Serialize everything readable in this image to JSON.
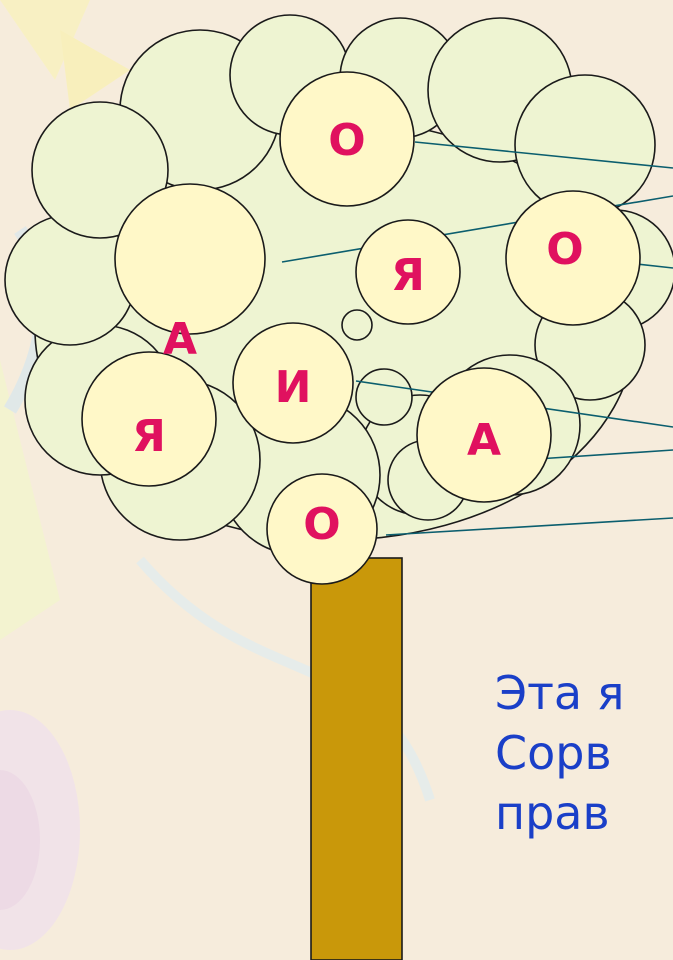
{
  "colors": {
    "background": "#f6ecdc",
    "crown_fill": "#eef4d2",
    "fruit_fill": "#fff8c8",
    "outline": "#1a1a1a",
    "trunk_fill": "#c9980a",
    "letter_color": "#e0115f",
    "pointer_color": "#0b5e6e",
    "caption_color": "#1a3fc8"
  },
  "tree": {
    "fruits": [
      {
        "id": "top-o",
        "letter": "О"
      },
      {
        "id": "upper-left",
        "letter": ""
      },
      {
        "id": "middle-ya",
        "letter": "Я"
      },
      {
        "id": "right-o",
        "letter": "О"
      },
      {
        "id": "center-i",
        "letter": "И"
      },
      {
        "id": "left-ya",
        "letter": "Я"
      },
      {
        "id": "right-a",
        "letter": "А"
      },
      {
        "id": "bottom-o",
        "letter": "О"
      }
    ],
    "loose_letters": [
      {
        "id": "left-a",
        "letter": "А"
      }
    ]
  },
  "caption": {
    "lines": [
      "Эта я",
      "Сорв",
      "прав"
    ]
  }
}
